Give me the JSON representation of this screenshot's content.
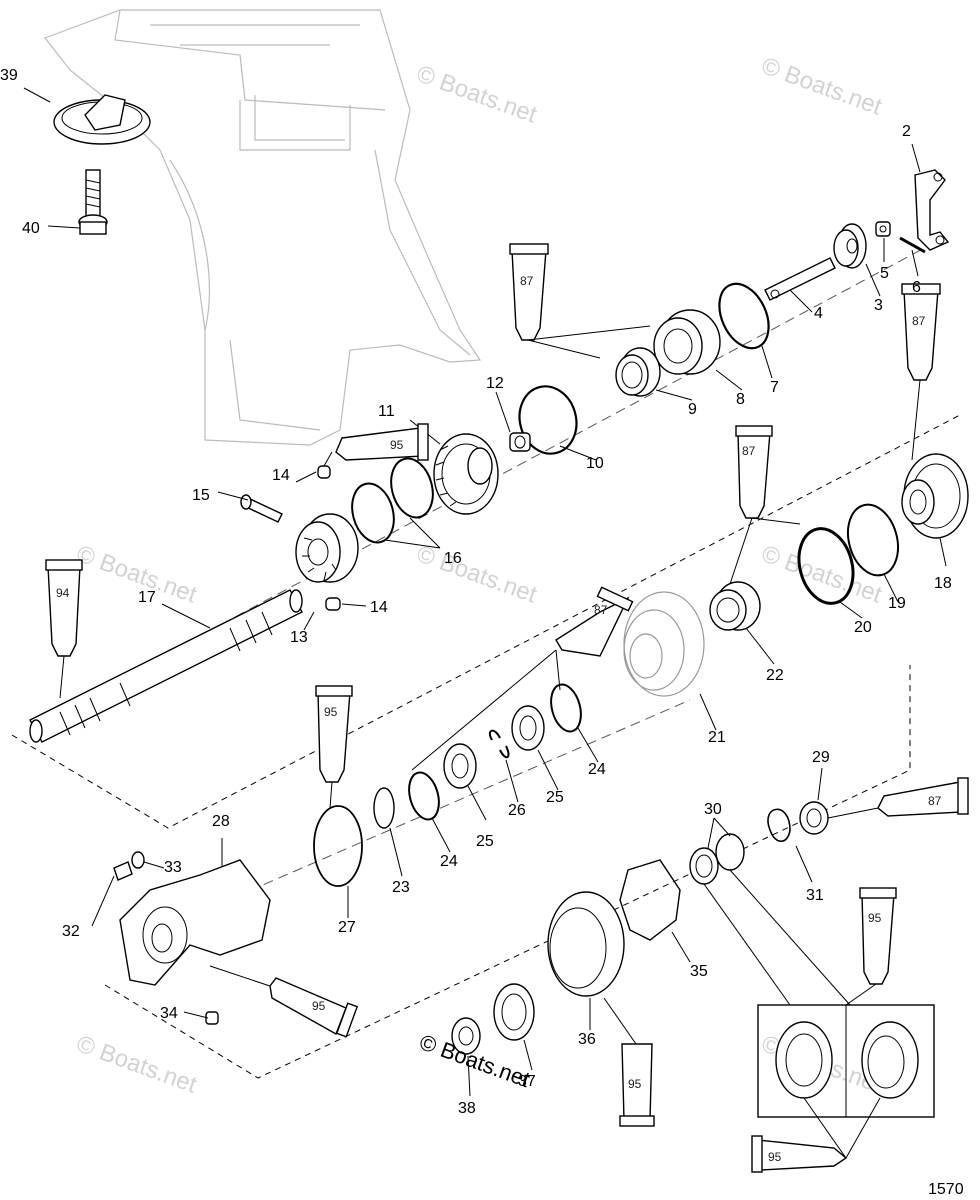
{
  "watermark": "© Boats.net",
  "figure_number": "1570",
  "callouts": [
    "39",
    "40",
    "2",
    "5",
    "6",
    "3",
    "4",
    "7",
    "8",
    "9",
    "12",
    "11",
    "10",
    "14",
    "15",
    "16",
    "17",
    "13",
    "14",
    "18",
    "19",
    "20",
    "22",
    "21",
    "24",
    "25",
    "26",
    "25",
    "24",
    "23",
    "27",
    "29",
    "30",
    "31",
    "28",
    "33",
    "32",
    "34",
    "35",
    "36",
    "37",
    "38"
  ],
  "tubes": [
    "87",
    "87",
    "95",
    "87",
    "94",
    "87",
    "95",
    "87",
    "95",
    "95",
    "95",
    "95"
  ]
}
